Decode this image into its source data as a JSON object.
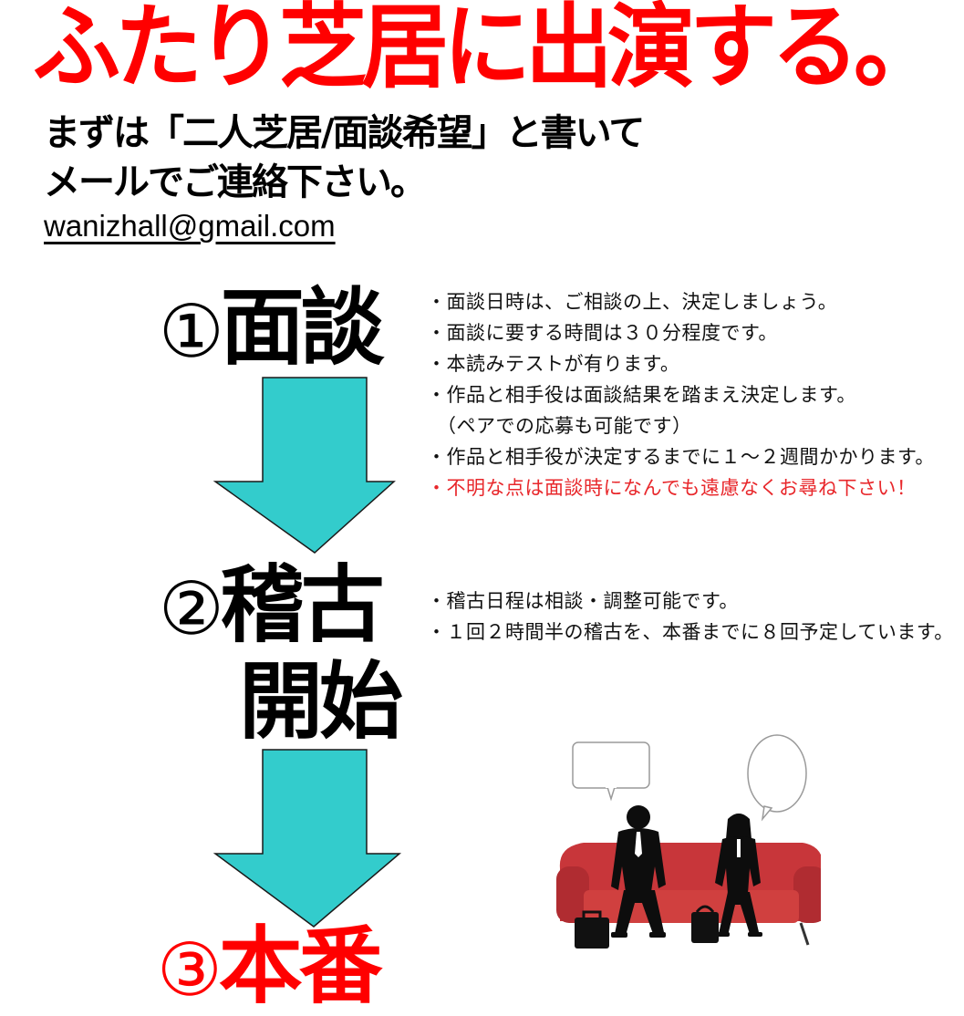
{
  "header": {
    "title": "ふたり芝居に出演する。",
    "intro_line1": "まずは「二人芝居/面談希望」と書いて",
    "intro_line2": "メールでご連絡下さい。",
    "email": "wanizhall@gmail.com"
  },
  "steps": [
    {
      "num": "①",
      "label": "面談"
    },
    {
      "num": "②",
      "label": "稽古",
      "label2": "開始"
    },
    {
      "num": "③",
      "label": "本番"
    }
  ],
  "step1_notes": [
    "・面談日時は、ご相談の上、決定しましょう。",
    "・面談に要する時間は３０分程度です。",
    "・本読みテストが有ります。",
    "・作品と相手役は面談結果を踏まえ決定します。",
    "　（ペアでの応募も可能です）",
    "・作品と相手役が決定するまでに１～２週間かかります。",
    "・不明な点は面談時になんでも遠慮なくお尋ね下さい！"
  ],
  "step2_notes": [
    "・稽古日程は相談・調整可能です。",
    "・１回２時間半の稽古を、本番までに８回予定しています。"
  ],
  "colors": {
    "title_red": "#ff0000",
    "note_red": "#e8272b",
    "arrow_teal": "#33cccc",
    "sofa_red": "#c8363a"
  },
  "icons": {
    "arrow": "down-arrow-icon",
    "illustration": "interview-couple-icon"
  }
}
